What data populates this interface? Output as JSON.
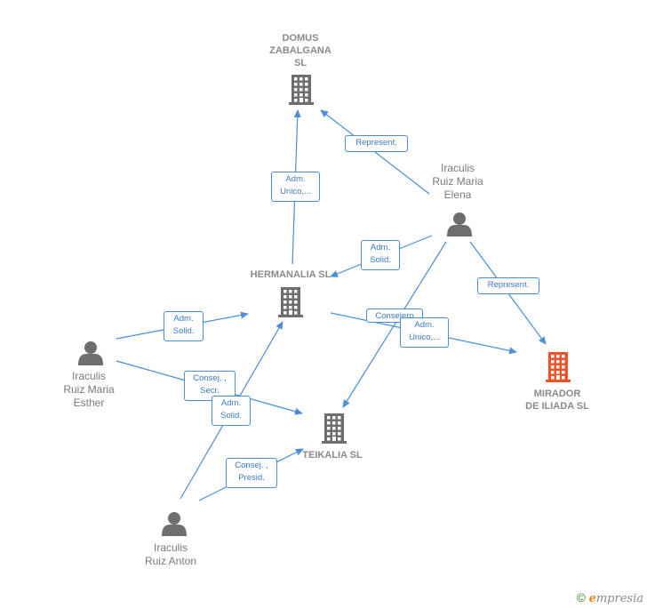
{
  "nodes": {
    "domus": {
      "label": "DOMUS\nZABALGANA\nSL",
      "type": "company",
      "icon": "building-icon",
      "color": "#6e6e6e"
    },
    "hermanalia": {
      "label": "HERMANALIA SL",
      "type": "company",
      "icon": "building-icon",
      "color": "#6e6e6e"
    },
    "teikalia": {
      "label": "TEIKALIA SL",
      "type": "company",
      "icon": "building-icon",
      "color": "#6e6e6e"
    },
    "mirador": {
      "label": "MIRADOR\nDE ILIADA  SL",
      "type": "company",
      "icon": "building-icon",
      "color": "#f0522a"
    },
    "elena": {
      "label": "Iraculis\nRuiz Maria\nElena",
      "type": "person",
      "icon": "person-icon",
      "color": "#6e6e6e"
    },
    "esther": {
      "label": "Iraculis\nRuiz Maria\nEsther",
      "type": "person",
      "icon": "person-icon",
      "color": "#6e6e6e"
    },
    "anton": {
      "label": "Iraculis\nRuiz Anton",
      "type": "person",
      "icon": "person-icon",
      "color": "#6e6e6e"
    }
  },
  "edges": [
    {
      "from": "elena",
      "to": "domus",
      "label": "Represent."
    },
    {
      "from": "hermanalia",
      "to": "domus",
      "label": "Adm.\nUnico,..."
    },
    {
      "from": "elena",
      "to": "hermanalia",
      "label": "Adm.\nSolid."
    },
    {
      "from": "elena",
      "to": "mirador",
      "label": "Represent."
    },
    {
      "from": "elena",
      "to": "teikalia",
      "label": "Consejero"
    },
    {
      "from": "hermanalia",
      "to": "mirador",
      "label": "Adm.\nUnico,..."
    },
    {
      "from": "esther",
      "to": "hermanalia",
      "label": "Adm.\nSolid."
    },
    {
      "from": "esther",
      "to": "teikalia",
      "label": "Consej. ,\nSecr."
    },
    {
      "from": "anton",
      "to": "hermanalia",
      "label": "Adm.\nSolid."
    },
    {
      "from": "anton",
      "to": "teikalia",
      "label": "Consej. ,\nPresid."
    }
  ],
  "colors": {
    "edge": "#4a8fd6",
    "company": "#6e6e6e",
    "focus_company": "#f0522a"
  },
  "footer": {
    "copyright": "©",
    "brand_initial": "e",
    "brand_rest": "mpresia"
  }
}
